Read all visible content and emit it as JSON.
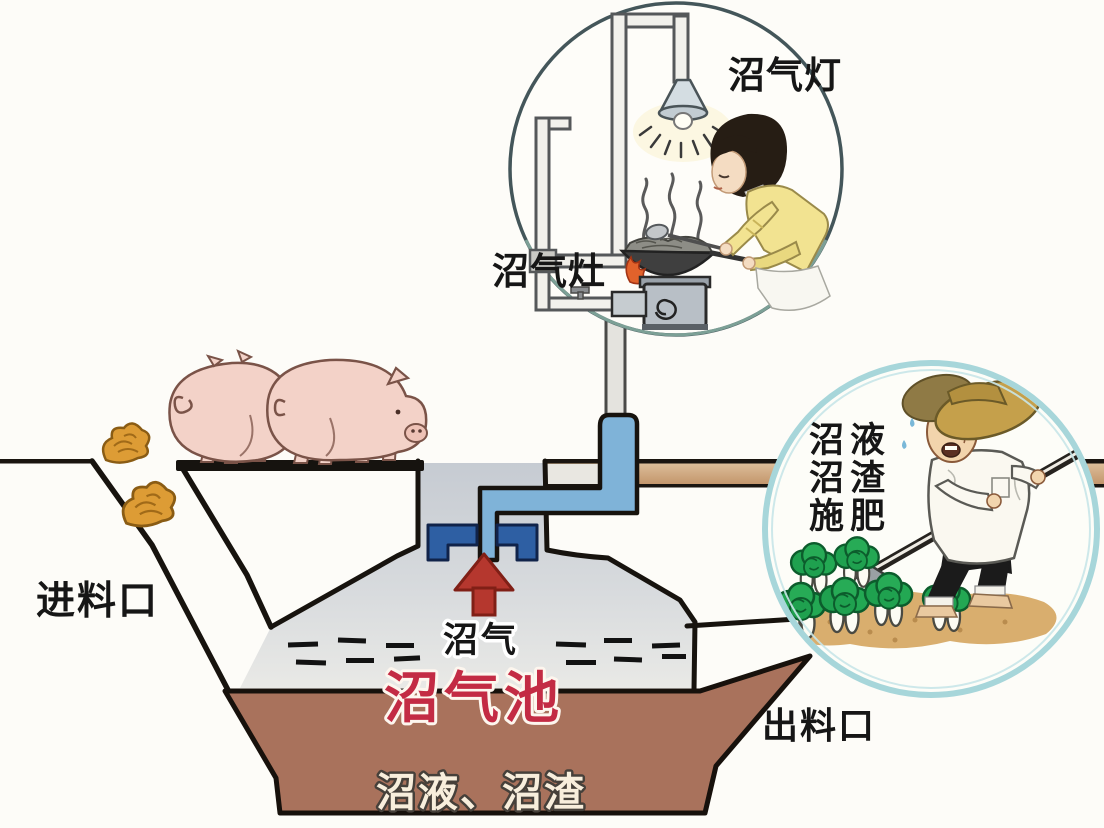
{
  "diagram_title_note": "rural biogas digester system cartoon diagram",
  "labels": {
    "biogas_lamp": "沼气灯",
    "biogas_stove": "沼气灶",
    "inlet": "进料口",
    "outlet": "出料口",
    "biogas": "沼气",
    "digester_pool": "沼气池",
    "slurry_residue": "沼液、沼渣",
    "fertilize_line1": "沼液",
    "fertilize_line2": "沼渣",
    "fertilize_line3": "施肥"
  },
  "colors": {
    "digester_title_red": "#c32b44",
    "arrow_red": "#b5372e",
    "pipe_light_blue": "#7fb3d8",
    "gas_collector_blue": "#2e5fa3",
    "earth_brown": "#a9725c",
    "ground_strip_tan": "#cfa57a",
    "dome_gray": "#ccd1d6",
    "kitchen_circle_stroke": "#44565a",
    "farmer_circle_stroke": "#a7d6da",
    "pig_pink": "#f3d2c8",
    "manure_orange": "#dd9c35",
    "cabbage_green": "#1fa14f",
    "soil_tan": "#d9ae6e"
  }
}
